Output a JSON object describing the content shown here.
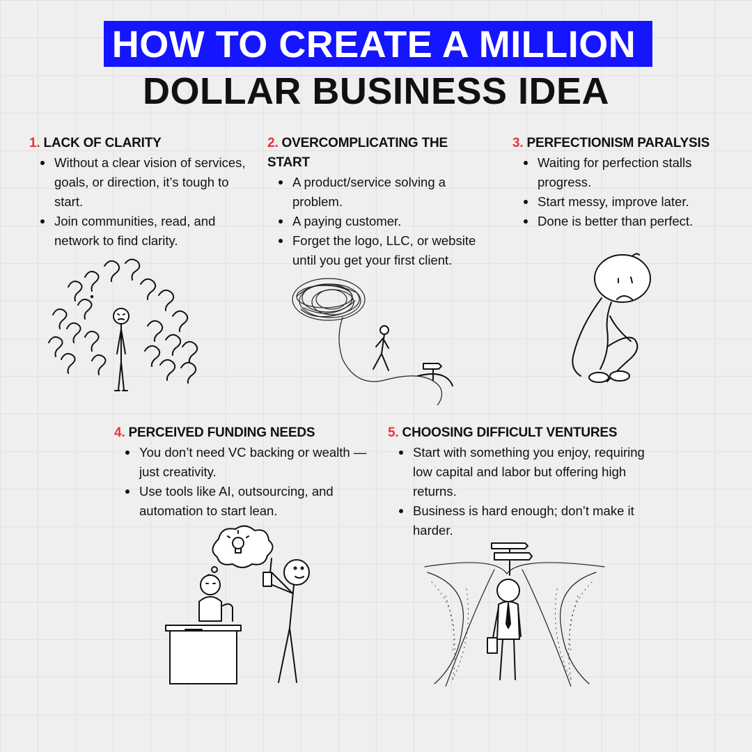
{
  "title": {
    "line1": "HOW TO CREATE A MILLION",
    "line2": "DOLLAR BUSINESS IDEA"
  },
  "colors": {
    "accent_blue": "#1515ff",
    "number_red": "#e8333c",
    "background": "#efefef"
  },
  "sections": [
    {
      "number": "1.",
      "heading": "LACK OF CLARITY",
      "bullets": [
        "Without a clear vision of services, goals, or direction, it’s tough to start.",
        "Join communities, read, and network to find clarity."
      ],
      "illustration": "stick-figure-surrounded-by-question-marks"
    },
    {
      "number": "2.",
      "heading": "OVERCOMPLICATING THE START",
      "bullets": [
        "A product/service solving a problem.",
        "A paying customer.",
        "Forget the logo, LLC, or website until you get your first client."
      ],
      "illustration": "tangled-scribble-path-icon"
    },
    {
      "number": "3.",
      "heading": "PERFECTIONISM PARALYSIS",
      "bullets": [
        "Waiting for perfection stalls progress.",
        "Start messy, improve later.",
        "Done is better than perfect."
      ],
      "illustration": "sad-sitting-figure-icon"
    },
    {
      "number": "4.",
      "heading": "PERCEIVED FUNDING NEEDS",
      "bullets": [
        "You don’t need VC backing or wealth —just creativity.",
        "Use tools like AI, outsourcing, and automation to start lean."
      ],
      "illustration": "idea-lightbulb-investor-icon"
    },
    {
      "number": "5.",
      "heading": "CHOOSING DIFFICULT VENTURES",
      "bullets": [
        "Start with something you enjoy, requiring low capital and labor but offering high returns.",
        "Business is hard enough; don’t make it harder."
      ],
      "illustration": "crossroads-businessman-icon"
    }
  ]
}
